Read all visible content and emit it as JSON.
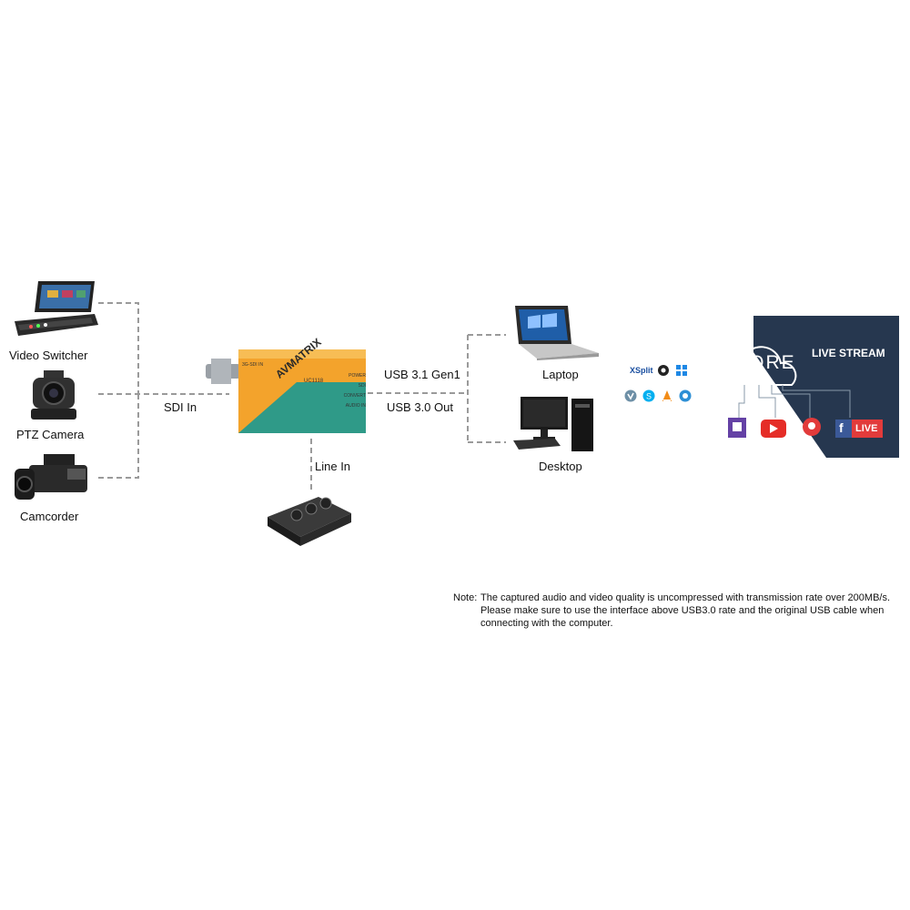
{
  "sources": {
    "video_switcher": "Video Switcher",
    "ptz_camera": "PTZ Camera",
    "camcorder": "Camcorder"
  },
  "connections": {
    "sdi_in": "SDI In",
    "usb_line1": "USB 3.1 Gen1",
    "usb_line2": "USB 3.0 Out",
    "line_in": "Line In"
  },
  "device": {
    "brand": "AVMATRIX",
    "model": "UC1118",
    "port_label": "3G-SDI IN",
    "indicators": [
      "POWER",
      "SDI",
      "CONVERT",
      "AUDIO IN"
    ]
  },
  "computers": {
    "laptop": "Laptop",
    "desktop": "Desktop"
  },
  "software": {
    "xsplit": "XSplit"
  },
  "streaming": {
    "core": "CORE",
    "live_stream": "LIVE STREAM",
    "fb_live": "LIVE"
  },
  "note": {
    "head": "Note:",
    "line1": "The captured audio and video quality is uncompressed with transmission rate over 200MB/s.",
    "line2": "Please make sure to use the interface above USB3.0 rate and the original USB cable when",
    "line3": "connecting with the computer."
  },
  "colors": {
    "device_orange": "#f3a32c",
    "device_teal": "#2f9a88",
    "banner_navy": "#26374f",
    "line_gray": "#9a9a9a",
    "youtube_red": "#e52d27",
    "twitch_purple": "#6441a5",
    "facebook_blue": "#3b5998"
  }
}
